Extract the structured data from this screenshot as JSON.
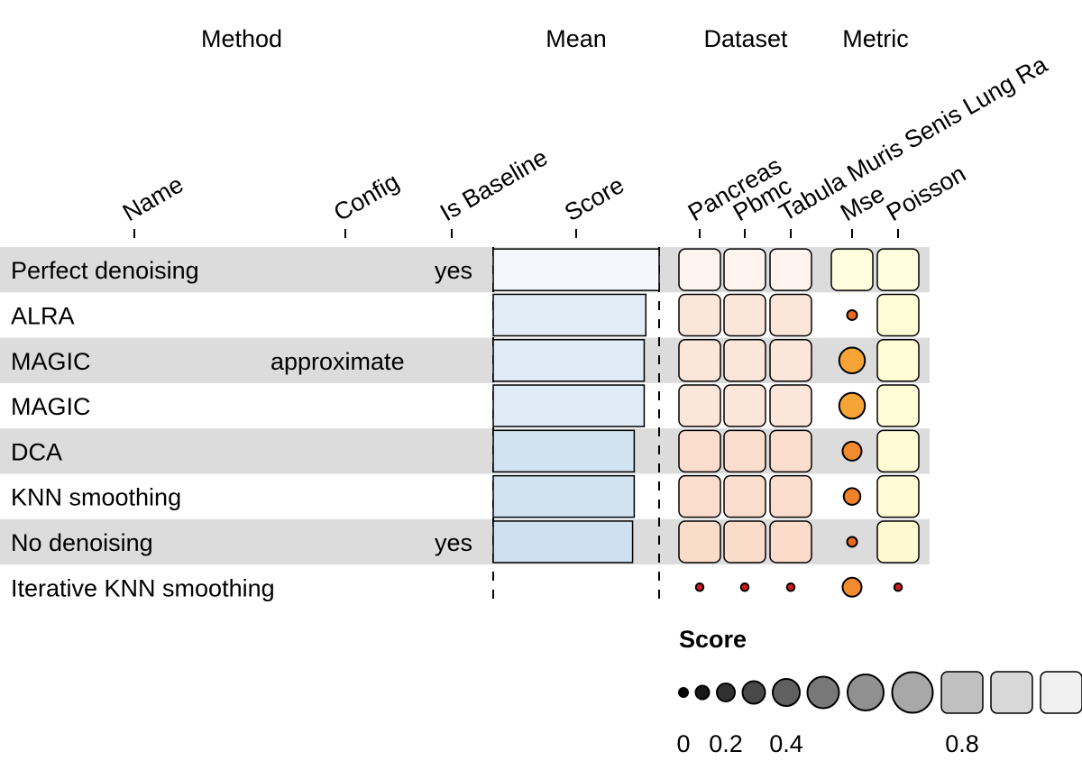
{
  "chart_data": {
    "type": "table",
    "groups": [
      "Method",
      "Mean",
      "Dataset",
      "Metric"
    ],
    "columns": {
      "name": "Name",
      "config": "Config",
      "is_baseline": "Is Baseline",
      "score": "Score",
      "datasets": [
        "Pancreas",
        "Pbmc",
        "Tabula Muris Senis Lung Ra"
      ],
      "metrics": [
        "Mse",
        "Poisson"
      ]
    },
    "rows": [
      {
        "name": "Perfect denoising",
        "config": "",
        "is_baseline": "yes",
        "mean": 1.0,
        "datasets": [
          1.0,
          1.0,
          1.0
        ],
        "metrics": [
          1.0,
          1.0
        ]
      },
      {
        "name": "ALRA",
        "config": "",
        "is_baseline": "",
        "mean": 0.92,
        "datasets": [
          0.9,
          0.9,
          0.9
        ],
        "metrics": [
          0.1,
          0.96
        ]
      },
      {
        "name": "MAGIC",
        "config": "approximate",
        "is_baseline": "",
        "mean": 0.91,
        "datasets": [
          0.9,
          0.9,
          0.9
        ],
        "metrics": [
          0.45,
          0.96
        ]
      },
      {
        "name": "MAGIC",
        "config": "",
        "is_baseline": "",
        "mean": 0.91,
        "datasets": [
          0.9,
          0.9,
          0.9
        ],
        "metrics": [
          0.45,
          0.96
        ]
      },
      {
        "name": "DCA",
        "config": "",
        "is_baseline": "",
        "mean": 0.85,
        "datasets": [
          0.85,
          0.85,
          0.85
        ],
        "metrics": [
          0.3,
          0.95
        ]
      },
      {
        "name": "KNN smoothing",
        "config": "",
        "is_baseline": "",
        "mean": 0.85,
        "datasets": [
          0.85,
          0.85,
          0.85
        ],
        "metrics": [
          0.25,
          0.95
        ]
      },
      {
        "name": "No denoising",
        "config": "",
        "is_baseline": "yes",
        "mean": 0.84,
        "datasets": [
          0.84,
          0.84,
          0.84
        ],
        "metrics": [
          0.1,
          0.94
        ]
      },
      {
        "name": "Iterative KNN smoothing",
        "config": "",
        "is_baseline": "",
        "mean": 0.0,
        "datasets": [
          0.05,
          0.05,
          0.05
        ],
        "metrics": [
          0.3,
          0.05
        ]
      }
    ],
    "legend": {
      "title": "Score",
      "steps": [
        0.0,
        0.1,
        0.2,
        0.3,
        0.4,
        0.5,
        0.6,
        0.7,
        0.8,
        0.9,
        1.0
      ],
      "tick_labels": [
        "0",
        "0.2",
        "0.4",
        "0.8"
      ],
      "tick_values": [
        0.0,
        0.2,
        0.4,
        0.8
      ]
    },
    "colors": {
      "row_stripe": "#dcdcdc",
      "mean_light": "#f4f8fd",
      "mean_dark": "#cfe0f0",
      "dataset_light": "#fdf3ef",
      "dataset_dark": "#fbdccb",
      "dataset_low": "#d7191c",
      "metric_light": "#ffffe0",
      "metric_mid": "#fff7c8",
      "metric_low": "#f7a437",
      "metric_lowest": "#e65a1a",
      "legend_dark": "#000000",
      "legend_light": "#f0f0f0"
    }
  }
}
